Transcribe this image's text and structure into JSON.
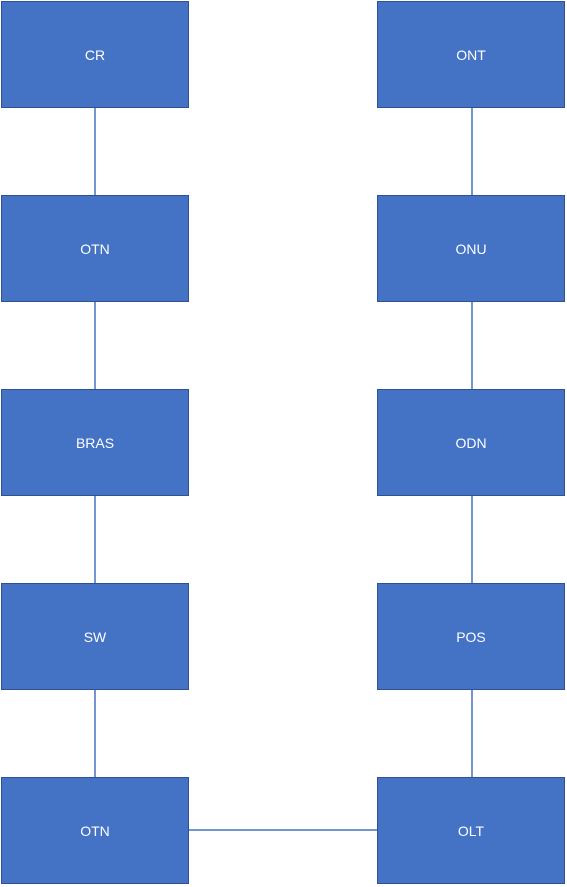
{
  "diagram": {
    "left_column": {
      "nodes": [
        "CR",
        "OTN",
        "BRAS",
        "SW",
        "OTN"
      ]
    },
    "right_column": {
      "nodes": [
        "ONT",
        "ONU",
        "ODN",
        "POS",
        "OLT"
      ]
    },
    "colors": {
      "box_fill": "#4472C4",
      "box_border": "#2F528F",
      "connector": "#4472C4",
      "text": "#FFFFFF"
    }
  }
}
